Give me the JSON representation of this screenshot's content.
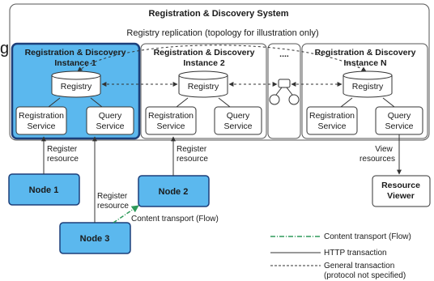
{
  "system": {
    "title": "Registration & Discovery System",
    "replication_label": "Registry replication (topology for illustration only)",
    "cut_glyph": "g"
  },
  "instances": [
    {
      "title_line1": "Registration & Discovery",
      "title_line2": "Instance 1",
      "registry": "Registry",
      "reg_service_line1": "Registration",
      "reg_service_line2": "Service",
      "query_service_line1": "Query",
      "query_service_line2": "Service",
      "highlighted": true
    },
    {
      "title_line1": "Registration & Discovery",
      "title_line2": "Instance 2",
      "registry": "Registry",
      "reg_service_line1": "Registration",
      "reg_service_line2": "Service",
      "query_service_line1": "Query",
      "query_service_line2": "Service",
      "highlighted": false
    },
    {
      "title_line1": "Registration & Discovery",
      "title_line2": "Instance N",
      "registry": "Registry",
      "reg_service_line1": "Registration",
      "reg_service_line2": "Service",
      "query_service_line1": "Query",
      "query_service_line2": "Service",
      "highlighted": false
    }
  ],
  "ellipsis": "....",
  "nodes": {
    "node1": "Node 1",
    "node2": "Node 2",
    "node3": "Node 3"
  },
  "resource_viewer": {
    "line1": "Resource",
    "line2": "Viewer"
  },
  "arrows": {
    "node1_register_line1": "Register",
    "node1_register_line2": "resource",
    "node2_register_line1": "Register",
    "node2_register_line2": "resource",
    "node3_register_line1": "Register",
    "node3_register_line2": "resource",
    "view_line1": "View",
    "view_line2": "resources",
    "content_transport": "Content transport (Flow)"
  },
  "legend": {
    "content_transport": "Content transport (Flow)",
    "http": "HTTP transaction",
    "general_line1": "General transaction",
    "general_line2": "(protocol not specified)"
  },
  "colors": {
    "highlight": "#5bb8ee",
    "node": "#5bb8ee",
    "flow": "#2e9a5a",
    "stroke": "#333333",
    "dark": "#1c3f7a"
  }
}
